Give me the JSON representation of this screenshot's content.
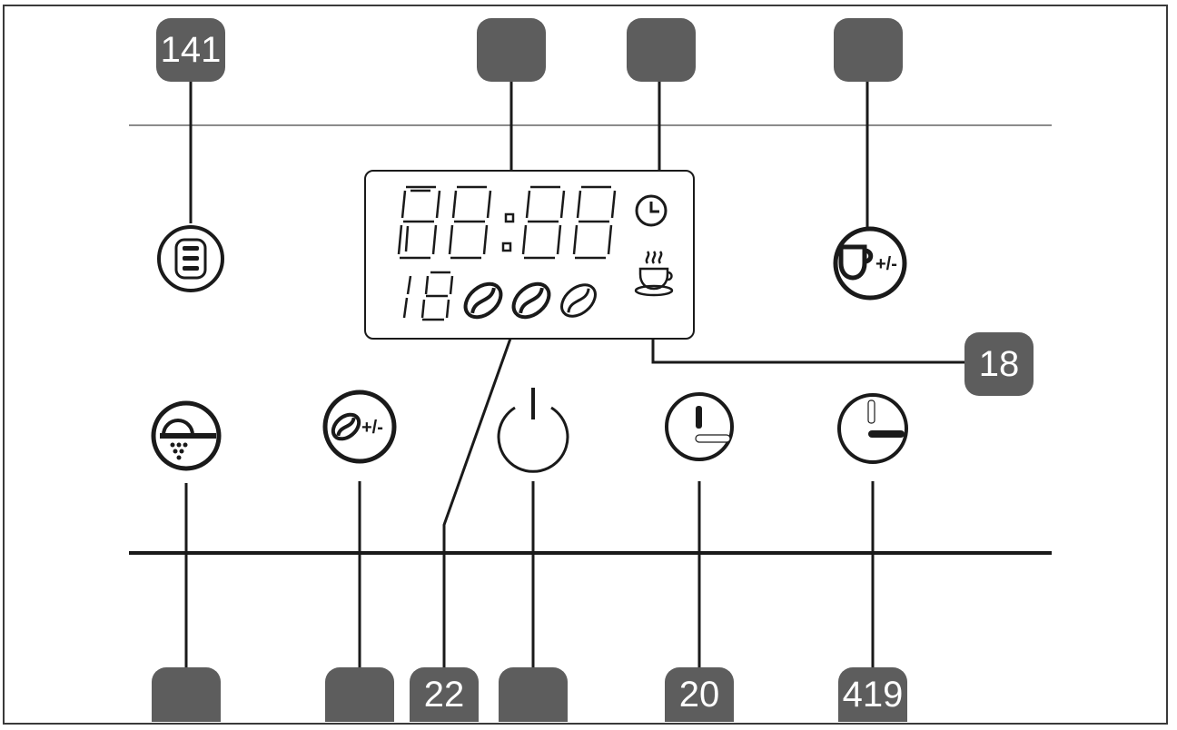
{
  "display": {
    "digits_time": "88:88",
    "digits_small": "18"
  },
  "callouts": {
    "top_left": "141",
    "top_2": "",
    "top_3": "",
    "top_4": "",
    "right": "18",
    "bottom_1": "",
    "bottom_2": "",
    "bottom_3": "22",
    "bottom_4": "",
    "bottom_5": "20",
    "bottom_6": "419"
  },
  "buttons": {
    "cup_size_label": "+/-",
    "aroma_label": "+/-"
  },
  "colors": {
    "callout_bg": "#5d5d5d",
    "line": "#1a1a1a",
    "faint_line": "#8c8c8c"
  }
}
